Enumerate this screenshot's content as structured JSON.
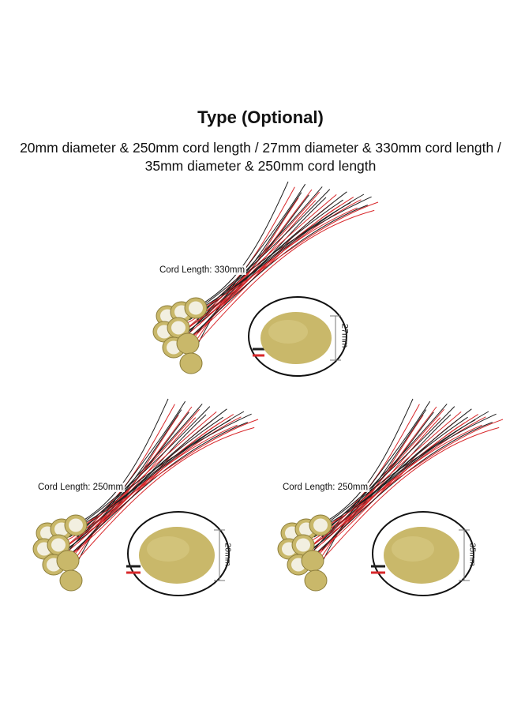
{
  "heading": {
    "title": "Type (Optional)",
    "description": "20mm diameter & 250mm cord length / 27mm diameter & 330mm cord length / 35mm diameter & 250mm cord length"
  },
  "variants": [
    {
      "cord_label": "Cord Length: 330mm",
      "diameter_label": "27mm"
    },
    {
      "cord_label": "Cord Length: 250mm",
      "diameter_label": "20mm"
    },
    {
      "cord_label": "Cord Length: 250mm",
      "diameter_label": "35mm"
    }
  ],
  "colors": {
    "wire_red": "#d8282b",
    "wire_black": "#1e1e1e",
    "disc_brass": "#c9b86a",
    "disc_center": "#f2efe0",
    "callout_border": "#111111"
  }
}
